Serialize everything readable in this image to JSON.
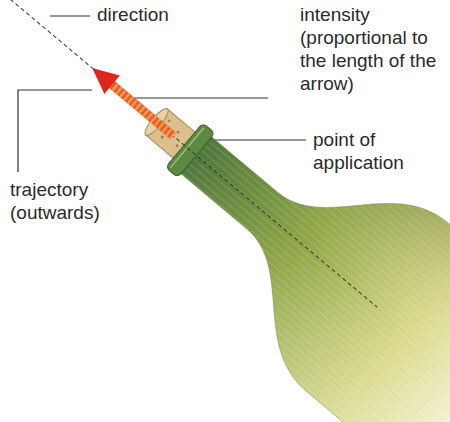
{
  "diagram": {
    "labels": [
      "direction",
      "intensity (proportional to the length of the arrow)",
      "point of application",
      "trajectory (outwards)"
    ]
  }
}
